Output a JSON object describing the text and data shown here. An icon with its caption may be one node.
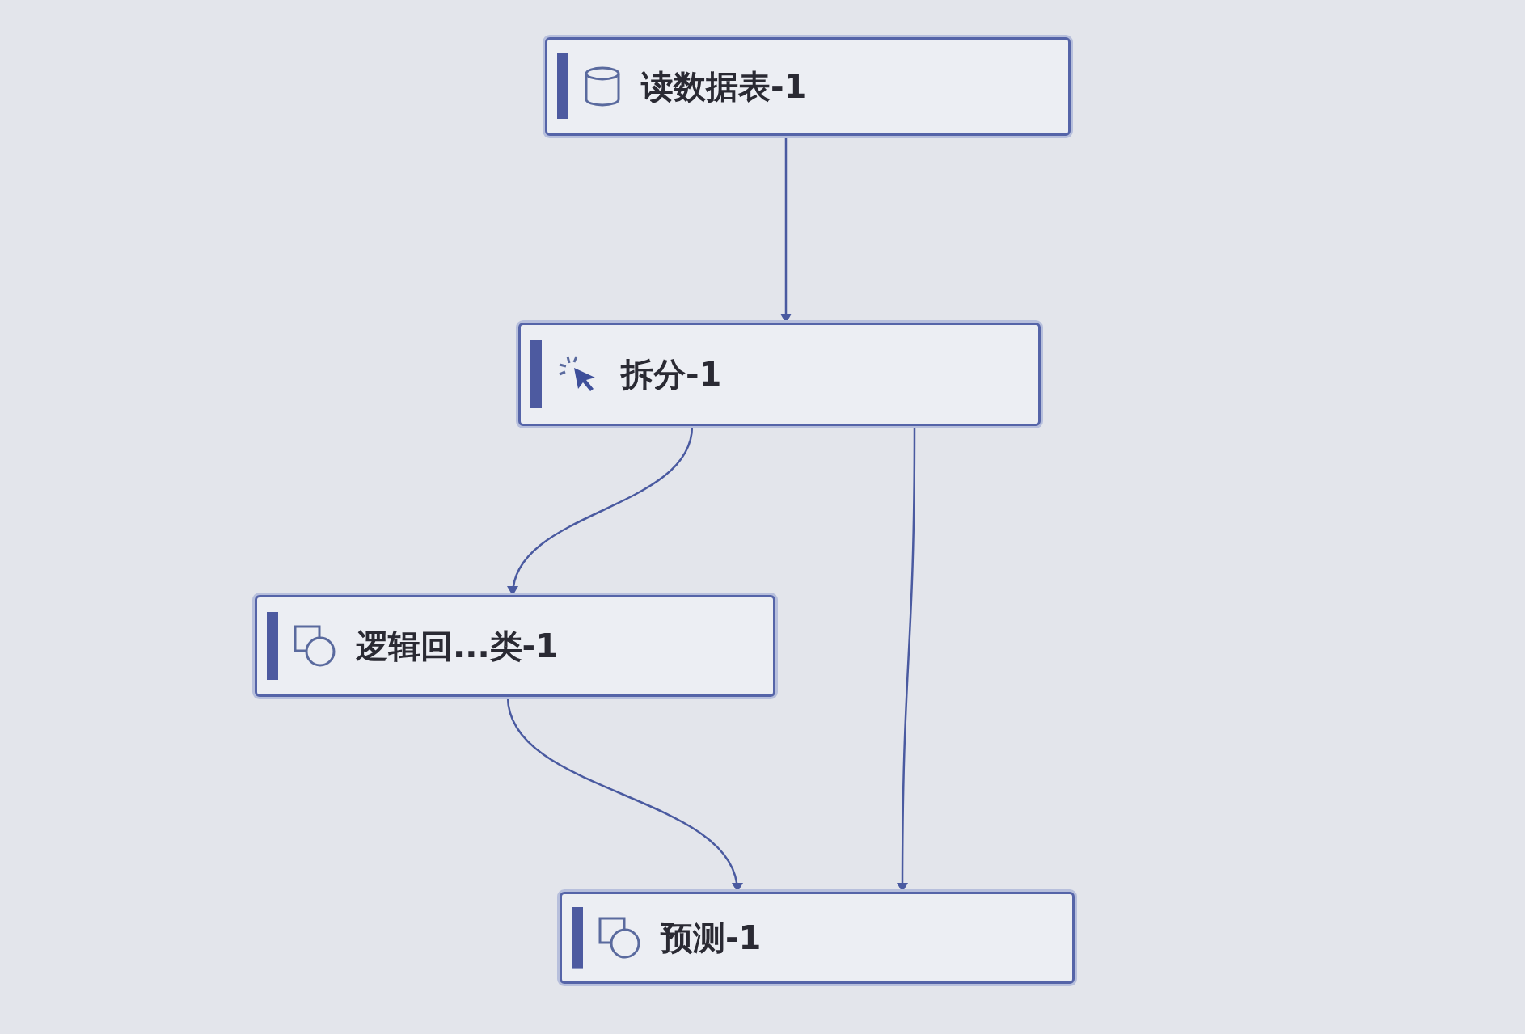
{
  "diagram": {
    "nodes": [
      {
        "text": [
          "读数据表-1"
        ]
      },
      {
        "text": [
          "拆分-1"
        ]
      },
      {
        "text": [
          "逻辑回...类-1"
        ]
      },
      {
        "text": [
          "预测-1"
        ]
      }
    ],
    "edges": [
      {
        "from": 0,
        "to": 1,
        "arrow": "to"
      },
      {
        "from": 1,
        "to": 2,
        "arrow": "to"
      },
      {
        "from": 1,
        "to": 3,
        "arrow": "to"
      },
      {
        "from": 2,
        "to": 3,
        "arrow": "to"
      }
    ]
  }
}
